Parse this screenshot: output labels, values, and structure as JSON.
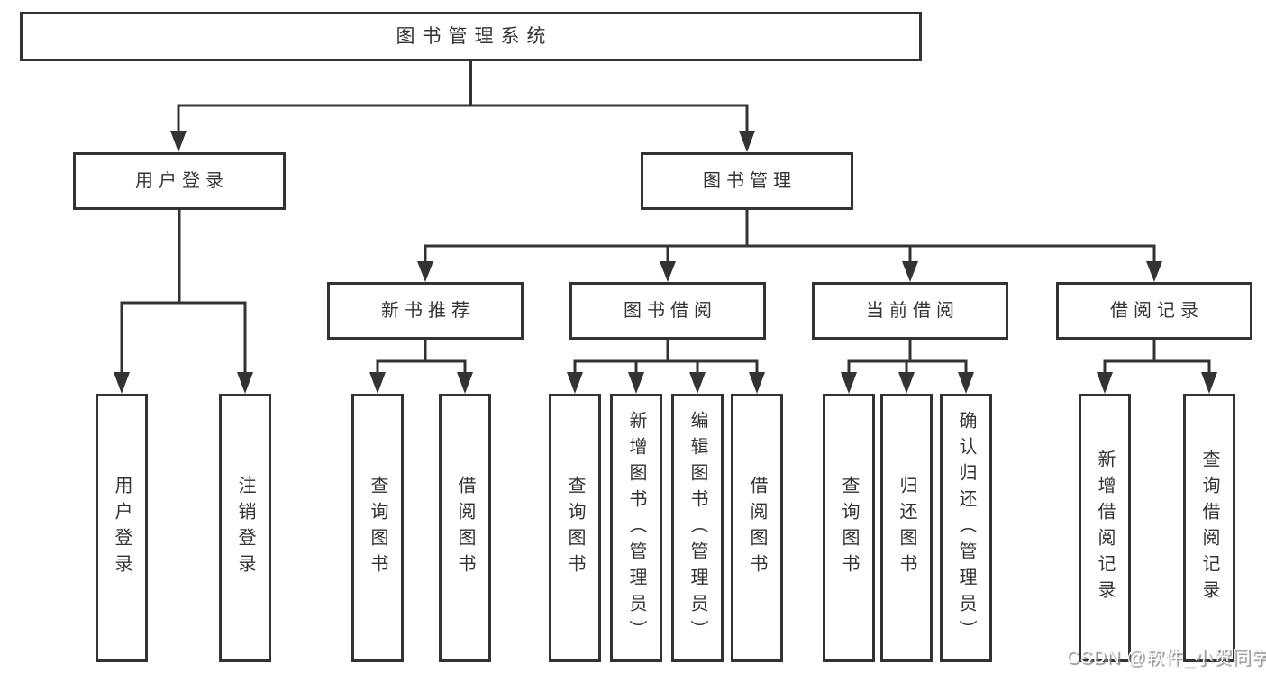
{
  "colors": {
    "line": "#333333",
    "box_border": "#333333",
    "text": "#333333",
    "background": "#ffffff",
    "watermark_text": "#fdfdfd"
  },
  "watermark": {
    "text": "CSDN @软件_小贺同学"
  },
  "tree": {
    "root": {
      "label": "图书管理系统"
    },
    "branches": [
      {
        "label": "用户登录",
        "leaves": [
          {
            "label": "用户登录"
          },
          {
            "label": "注销登录"
          }
        ]
      },
      {
        "label": "图书管理",
        "groups": [
          {
            "label": "新书推荐",
            "leaves": [
              {
                "label": "查询图书"
              },
              {
                "label": "借阅图书"
              }
            ]
          },
          {
            "label": "图书借阅",
            "leaves": [
              {
                "label": "查询图书"
              },
              {
                "label": "新增图书（管理员）"
              },
              {
                "label": "编辑图书（管理员）"
              },
              {
                "label": "借阅图书"
              }
            ]
          },
          {
            "label": "当前借阅",
            "leaves": [
              {
                "label": "查询图书"
              },
              {
                "label": "归还图书"
              },
              {
                "label": "确认归还（管理员）"
              }
            ]
          },
          {
            "label": "借阅记录",
            "leaves": [
              {
                "label": "新增借阅记录"
              },
              {
                "label": "查询借阅记录"
              }
            ]
          }
        ]
      }
    ]
  }
}
